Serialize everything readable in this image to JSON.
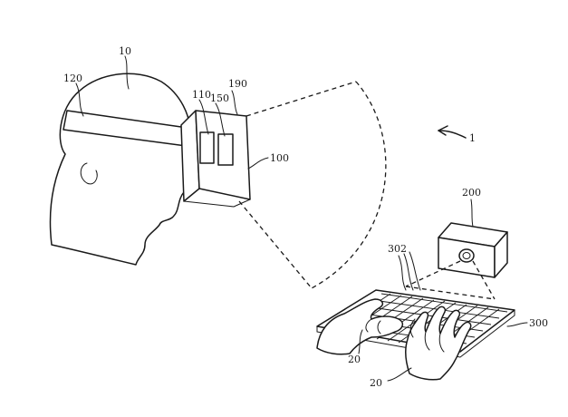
{
  "figure": {
    "labels": {
      "user": "10",
      "strap": "120",
      "lens_unit": "110",
      "display": "150",
      "housing": "190",
      "hmd": "100",
      "system": "1",
      "tracker": "200",
      "tracking_region": "302",
      "keyboard": "300",
      "hand_left": "20",
      "hand_right": "20"
    }
  }
}
